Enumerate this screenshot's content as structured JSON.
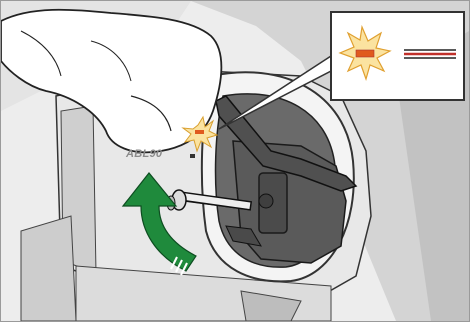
{
  "device": {
    "brand_label": "ABL90"
  },
  "callout": {
    "indicator_state": "lit",
    "indicator_color": "#e05a1e",
    "line_colors": [
      "#222222",
      "#c0302a",
      "#222222"
    ]
  },
  "arrow": {
    "direction": "up",
    "color": "#1f8a3c"
  },
  "colors": {
    "housing_light": "#e6e6e6",
    "housing_dark": "#5e5e5e",
    "background": "#d2d2d2"
  }
}
